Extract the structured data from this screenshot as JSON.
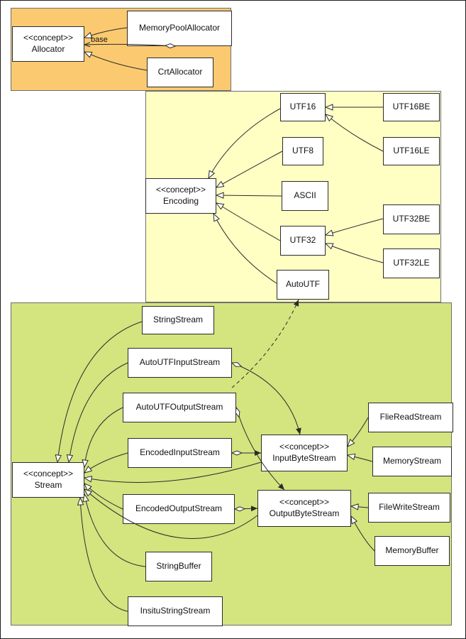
{
  "diagram": {
    "type": "uml-class-diagram",
    "edge_labels": {
      "base": "base"
    },
    "regions": [
      {
        "name": "allocators",
        "color": "#fbca70"
      },
      {
        "name": "encodings",
        "color": "#ffffc4"
      },
      {
        "name": "streams",
        "color": "#d4e47f"
      }
    ],
    "nodes": {
      "allocator": {
        "stereotype": "<<concept>>",
        "label": "Allocator"
      },
      "memoryPoolAllocator": {
        "label": "MemoryPoolAllocator"
      },
      "crtAllocator": {
        "label": "CrtAllocator"
      },
      "encoding": {
        "stereotype": "<<concept>>",
        "label": "Encoding"
      },
      "utf16": {
        "label": "UTF16"
      },
      "utf8": {
        "label": "UTF8"
      },
      "ascii": {
        "label": "ASCII"
      },
      "utf32": {
        "label": "UTF32"
      },
      "autoUtf": {
        "label": "AutoUTF"
      },
      "utf16be": {
        "label": "UTF16BE"
      },
      "utf16le": {
        "label": "UTF16LE"
      },
      "utf32be": {
        "label": "UTF32BE"
      },
      "utf32le": {
        "label": "UTF32LE"
      },
      "stream": {
        "stereotype": "<<concept>>",
        "label": "Stream"
      },
      "stringStream": {
        "label": "StringStream"
      },
      "autoUtfInputStream": {
        "label": "AutoUTFInputStream"
      },
      "autoUtfOutputStream": {
        "label": "AutoUTFOutputStream"
      },
      "encodedInputStream": {
        "label": "EncodedInputStream"
      },
      "encodedOutputStream": {
        "label": "EncodedOutputStream"
      },
      "stringBuffer": {
        "label": "StringBuffer"
      },
      "insituStringStream": {
        "label": "InsituStringStream"
      },
      "inputByteStream": {
        "stereotype": "<<concept>>",
        "label": "InputByteStream"
      },
      "outputByteStream": {
        "stereotype": "<<concept>>",
        "label": "OutputByteStream"
      },
      "flieReadStream": {
        "label": "FlieReadStream"
      },
      "memoryStream": {
        "label": "MemoryStream"
      },
      "fileWriteStream": {
        "label": "FileWriteStream"
      },
      "memoryBuffer": {
        "label": "MemoryBuffer"
      }
    },
    "edges": [
      {
        "from": "MemoryPoolAllocator",
        "to": "Allocator",
        "type": "generalization"
      },
      {
        "from": "MemoryPoolAllocator",
        "to": "Allocator",
        "type": "aggregation",
        "label": "base"
      },
      {
        "from": "CrtAllocator",
        "to": "Allocator",
        "type": "generalization"
      },
      {
        "from": "UTF16",
        "to": "Encoding",
        "type": "generalization"
      },
      {
        "from": "UTF8",
        "to": "Encoding",
        "type": "generalization"
      },
      {
        "from": "ASCII",
        "to": "Encoding",
        "type": "generalization"
      },
      {
        "from": "UTF32",
        "to": "Encoding",
        "type": "generalization"
      },
      {
        "from": "AutoUTF",
        "to": "Encoding",
        "type": "generalization"
      },
      {
        "from": "UTF16BE",
        "to": "UTF16",
        "type": "generalization"
      },
      {
        "from": "UTF16LE",
        "to": "UTF16",
        "type": "generalization"
      },
      {
        "from": "UTF32BE",
        "to": "UTF32",
        "type": "generalization"
      },
      {
        "from": "UTF32LE",
        "to": "UTF32",
        "type": "generalization"
      },
      {
        "from": "StringStream",
        "to": "Stream",
        "type": "generalization"
      },
      {
        "from": "AutoUTFInputStream",
        "to": "Stream",
        "type": "generalization"
      },
      {
        "from": "AutoUTFOutputStream",
        "to": "Stream",
        "type": "generalization"
      },
      {
        "from": "EncodedInputStream",
        "to": "Stream",
        "type": "generalization"
      },
      {
        "from": "EncodedOutputStream",
        "to": "Stream",
        "type": "generalization"
      },
      {
        "from": "StringBuffer",
        "to": "Stream",
        "type": "generalization"
      },
      {
        "from": "InsituStringStream",
        "to": "Stream",
        "type": "generalization"
      },
      {
        "from": "InputByteStream",
        "to": "Stream",
        "type": "generalization"
      },
      {
        "from": "OutputByteStream",
        "to": "Stream",
        "type": "generalization"
      },
      {
        "from": "EncodedInputStream",
        "to": "InputByteStream",
        "type": "aggregation"
      },
      {
        "from": "EncodedOutputStream",
        "to": "OutputByteStream",
        "type": "aggregation"
      },
      {
        "from": "AutoUTFInputStream",
        "to": "InputByteStream",
        "type": "aggregation"
      },
      {
        "from": "AutoUTFOutputStream",
        "to": "OutputByteStream",
        "type": "aggregation"
      },
      {
        "from": "AutoUTFOutputStream",
        "to": "AutoUTF",
        "type": "dependency"
      },
      {
        "from": "FlieReadStream",
        "to": "InputByteStream",
        "type": "generalization"
      },
      {
        "from": "MemoryStream",
        "to": "InputByteStream",
        "type": "generalization"
      },
      {
        "from": "FileWriteStream",
        "to": "OutputByteStream",
        "type": "generalization"
      },
      {
        "from": "MemoryBuffer",
        "to": "OutputByteStream",
        "type": "generalization"
      }
    ]
  }
}
